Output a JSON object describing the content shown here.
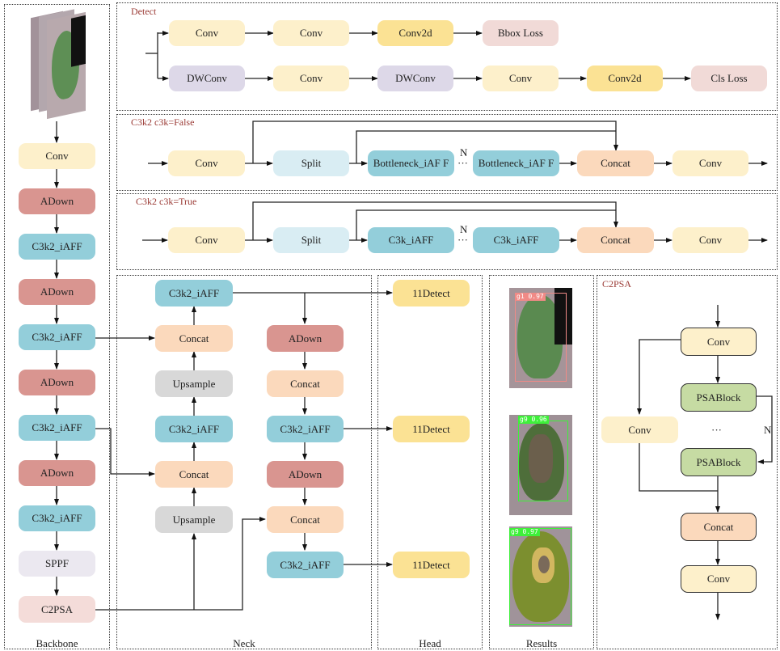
{
  "panels": {
    "backbone": "Backbone",
    "neck": "Neck",
    "head": "Head",
    "results": "Results",
    "detect": "Detect",
    "c3k2_false": "C3k2 c3k=False",
    "c3k2_true": "C3k2 c3k=True",
    "c2psa": "C2PSA"
  },
  "backbone": {
    "input_image": "leaf-image-stack",
    "nodes": [
      "Conv",
      "ADown",
      "C3k2_iAFF",
      "ADown",
      "C3k2_iAFF",
      "ADown",
      "C3k2_iAFF",
      "ADown",
      "C3k2_iAFF",
      "SPPF",
      "C2PSA"
    ]
  },
  "detect": {
    "row1": [
      "Conv",
      "Conv",
      "Conv2d",
      "Bbox Loss"
    ],
    "row2": [
      "DWConv",
      "Conv",
      "DWConv",
      "Conv",
      "Conv2d",
      "Cls Loss"
    ]
  },
  "c3k2_false": {
    "nodes": [
      "Conv",
      "Split",
      "Bottleneck_iAF F",
      "Bottleneck_iAF F",
      "Concat",
      "Conv"
    ],
    "repeat_label": "N",
    "ellipsis": "···"
  },
  "c3k2_true": {
    "nodes": [
      "Conv",
      "Split",
      "C3k_iAFF",
      "C3k_iAFF",
      "Concat",
      "Conv"
    ],
    "repeat_label": "N",
    "ellipsis": "···"
  },
  "neck": {
    "left_col": [
      "C3k2_iAFF",
      "Concat",
      "Upsample",
      "C3k2_iAFF",
      "Concat",
      "Upsample"
    ],
    "right_col": [
      "ADown",
      "Concat",
      "C3k2_iAFF",
      "ADown",
      "Concat",
      "C3k2_iAFF"
    ]
  },
  "head": {
    "nodes": [
      "11Detect",
      "11Detect",
      "11Detect"
    ]
  },
  "results": {
    "detections": [
      {
        "label": "g1 0.97",
        "color": "#f08a86"
      },
      {
        "label": "g9 0.96",
        "color": "#3ef03a"
      },
      {
        "label": "g9 0.97",
        "color": "#3ef03a"
      }
    ]
  },
  "c2psa": {
    "nodes": [
      "Conv",
      "PSABlock",
      "PSABlock",
      "Conv",
      "Concat",
      "Conv"
    ],
    "repeat_label": "N",
    "ellipsis": "···"
  }
}
